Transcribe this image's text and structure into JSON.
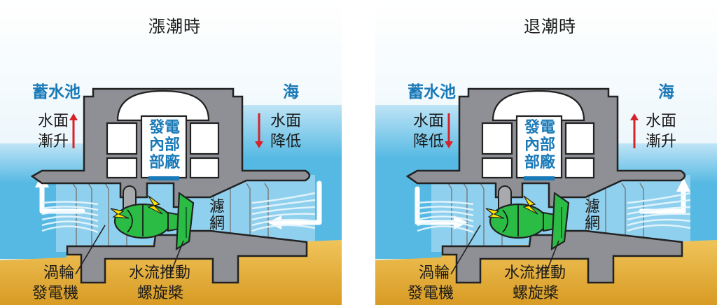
{
  "panels": [
    {
      "title": "漲潮時",
      "reservoir_label": "蓄水池",
      "reservoir_status": [
        "水面",
        "漸升"
      ],
      "reservoir_arrow": "up",
      "sea_label": "海",
      "sea_status": [
        "水面",
        "降低"
      ],
      "sea_arrow": "down",
      "flow_direction": "sea-to-reservoir",
      "plant_label": [
        "發電",
        "內部",
        "部廠"
      ],
      "filter_label": "濾網",
      "turbine_label": [
        "渦輪",
        "發電機"
      ],
      "propeller_label": [
        "水流推動",
        "螺旋槳"
      ]
    },
    {
      "title": "退潮時",
      "reservoir_label": "蓄水池",
      "reservoir_status": [
        "水面",
        "降低"
      ],
      "reservoir_arrow": "down",
      "sea_label": "海",
      "sea_status": [
        "水面",
        "漸升"
      ],
      "sea_arrow": "up",
      "flow_direction": "reservoir-to-sea",
      "plant_label": [
        "發電",
        "內部",
        "部廠"
      ],
      "filter_label": "濾網",
      "turbine_label": [
        "渦輪",
        "發電機"
      ],
      "propeller_label": [
        "水流推動",
        "螺旋槳"
      ]
    }
  ],
  "colors": {
    "sky": "#d9eef8",
    "water": "#55b9e3",
    "sand": "#d89b24",
    "concrete": "#8e9095",
    "outline": "#222222",
    "turbine": "#2bbc45",
    "bolt": "#ffe400",
    "level_arrow": "#d4232a",
    "label_blue": "#1a7ab8"
  }
}
